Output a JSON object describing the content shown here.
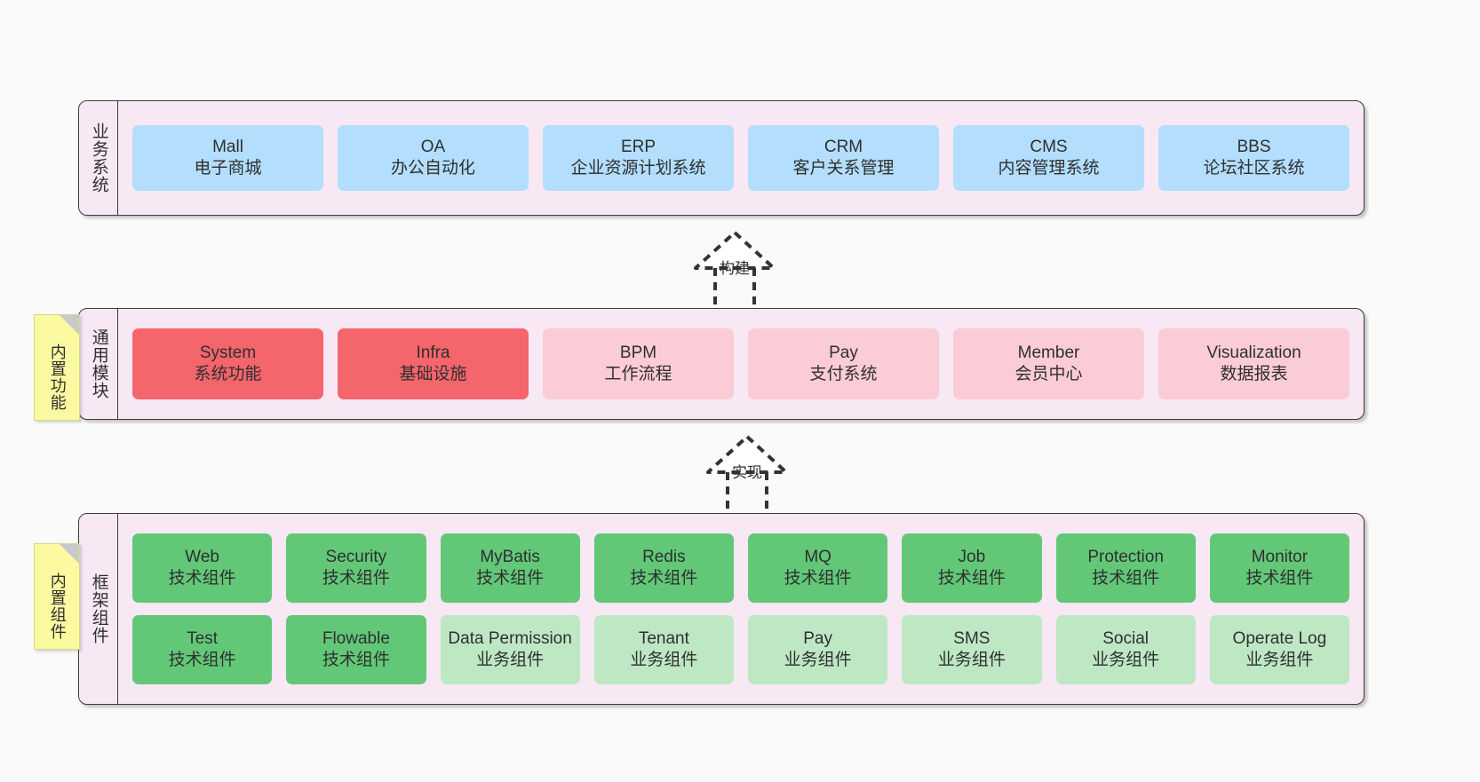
{
  "diagram": {
    "background_color": "#fafafa",
    "panel_color": "#f7e8f3",
    "border_color": "#3c3c3c"
  },
  "layers": [
    {
      "id": "business",
      "title": "业务系统",
      "node_color": "#b3defd",
      "nodes": [
        {
          "name": "Mall",
          "desc": "电子商城"
        },
        {
          "name": "OA",
          "desc": "办公自动化"
        },
        {
          "name": "ERP",
          "desc": "企业资源计划系统"
        },
        {
          "name": "CRM",
          "desc": "客户关系管理"
        },
        {
          "name": "CMS",
          "desc": "内容管理系统"
        },
        {
          "name": "BBS",
          "desc": "论坛社区系统"
        }
      ]
    },
    {
      "id": "module",
      "title": "通用模块",
      "sticky": "内置功能",
      "primary_color": "#f4656c",
      "secondary_color": "#fbccd5",
      "nodes": [
        {
          "name": "System",
          "desc": "系统功能",
          "style": "red"
        },
        {
          "name": "Infra",
          "desc": "基础设施",
          "style": "red"
        },
        {
          "name": "BPM",
          "desc": "工作流程",
          "style": "pink"
        },
        {
          "name": "Pay",
          "desc": "支付系统",
          "style": "pink"
        },
        {
          "name": "Member",
          "desc": "会员中心",
          "style": "pink"
        },
        {
          "name": "Visualization",
          "desc": "数据报表",
          "style": "pink"
        }
      ]
    },
    {
      "id": "framework",
      "title": "框架组件",
      "sticky": "内置组件",
      "primary_color": "#62c878",
      "secondary_color": "#bee8c4",
      "rows": [
        [
          {
            "name": "Web",
            "desc": "技术组件",
            "style": "green"
          },
          {
            "name": "Security",
            "desc": "技术组件",
            "style": "green"
          },
          {
            "name": "MyBatis",
            "desc": "技术组件",
            "style": "green"
          },
          {
            "name": "Redis",
            "desc": "技术组件",
            "style": "green"
          },
          {
            "name": "MQ",
            "desc": "技术组件",
            "style": "green"
          },
          {
            "name": "Job",
            "desc": "技术组件",
            "style": "green"
          },
          {
            "name": "Protection",
            "desc": "技术组件",
            "style": "green"
          },
          {
            "name": "Monitor",
            "desc": "技术组件",
            "style": "green"
          }
        ],
        [
          {
            "name": "Test",
            "desc": "技术组件",
            "style": "green"
          },
          {
            "name": "Flowable",
            "desc": "技术组件",
            "style": "green"
          },
          {
            "name": "Data Permission",
            "desc": "业务组件",
            "style": "lightgreen"
          },
          {
            "name": "Tenant",
            "desc": "业务组件",
            "style": "lightgreen"
          },
          {
            "name": "Pay",
            "desc": "业务组件",
            "style": "lightgreen"
          },
          {
            "name": "SMS",
            "desc": "业务组件",
            "style": "lightgreen"
          },
          {
            "name": "Social",
            "desc": "业务组件",
            "style": "lightgreen"
          },
          {
            "name": "Operate Log",
            "desc": "业务组件",
            "style": "lightgreen"
          }
        ]
      ]
    }
  ],
  "connectors": [
    {
      "id": "build",
      "label": "构建"
    },
    {
      "id": "implement",
      "label": "实现"
    }
  ]
}
